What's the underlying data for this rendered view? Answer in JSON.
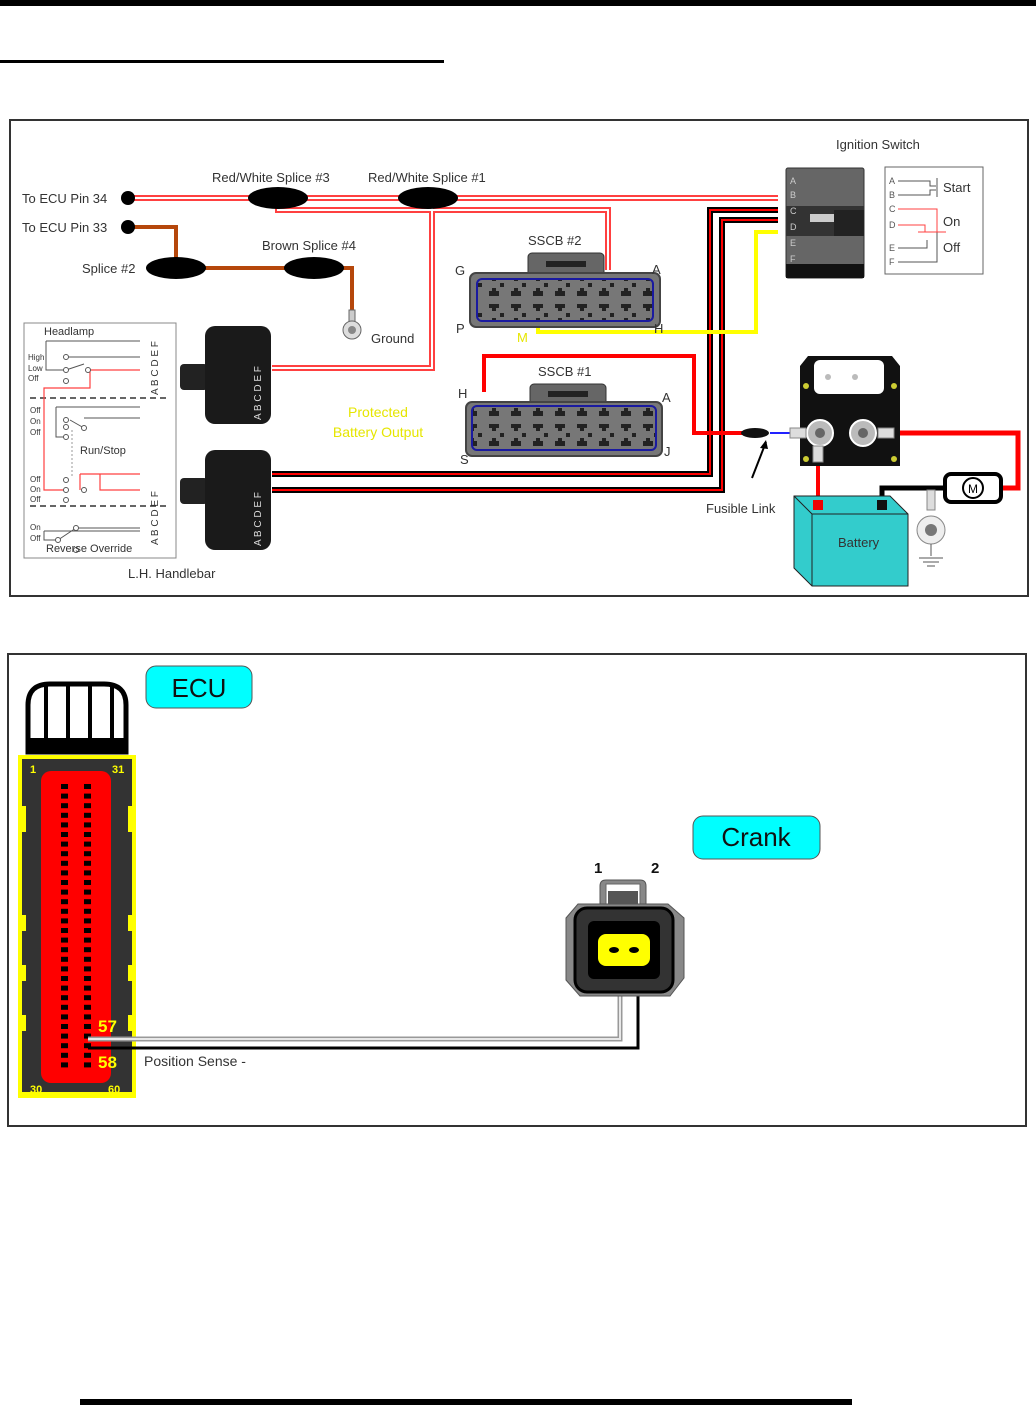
{
  "colors": {
    "wire_red": "#ff0000",
    "wire_brown": "#b5470b",
    "wire_yellow": "#ffff00",
    "wire_black": "#000000",
    "wire_white": "#d0d0d0",
    "label_badge": "#00ffff",
    "battery": "#33cccc",
    "ecu_housing": "#ffff00",
    "ecu_insert": "#ff0000",
    "connector_gray": "#808080",
    "protected_text": "#ffff00",
    "pin_highlight": "#ffff00"
  },
  "diagram1": {
    "ecu_pin_34": "To ECU Pin 34",
    "ecu_pin_33": "To ECU Pin 33",
    "splice_rw3": "Red/White Splice #3",
    "splice_rw1": "Red/White Splice #1",
    "splice_2": "Splice #2",
    "splice_brown4": "Brown Splice #4",
    "ground": "Ground",
    "ignition_switch": {
      "title": "Ignition Switch",
      "pins": [
        "A",
        "B",
        "C",
        "D",
        "E",
        "F"
      ],
      "positions": [
        "Start",
        "On",
        "Off"
      ]
    },
    "sscb2": {
      "title": "SSCB #2",
      "corners": [
        "G",
        "A",
        "P",
        "H"
      ],
      "pin_m": "M"
    },
    "sscb1": {
      "title": "SSCB #1",
      "corners": [
        "H",
        "A",
        "S",
        "J"
      ]
    },
    "protected_output": [
      "Protected",
      "Battery Output"
    ],
    "handlebar": {
      "title": "L.H. Handlebar",
      "sections": {
        "headlamp": {
          "name": "Headlamp",
          "states": [
            "High",
            "Low",
            "Off"
          ]
        },
        "run_stop": {
          "name": "Run/Stop",
          "states_upper": [
            "Off",
            "On",
            "Off"
          ],
          "states_lower": [
            "Off",
            "On",
            "Off"
          ]
        },
        "reverse": {
          "name": "Reverse Override",
          "states": [
            "On",
            "Off"
          ]
        }
      },
      "pin_labels": [
        "F",
        "E F",
        "D",
        "A B C",
        "A B C",
        "E F",
        "D",
        "A B C"
      ]
    },
    "connector_pins": "A B C D E F",
    "fusible_link": "Fusible Link",
    "battery": "Battery",
    "motor": "M"
  },
  "diagram2": {
    "ecu_badge": "ECU",
    "crank_badge": "Crank",
    "ecu_pin_corners": [
      "1",
      "31",
      "30",
      "60"
    ],
    "highlight_pins": [
      "57",
      "58"
    ],
    "sensor_pins": [
      "1",
      "2"
    ],
    "wire_label": "Position Sense -"
  }
}
